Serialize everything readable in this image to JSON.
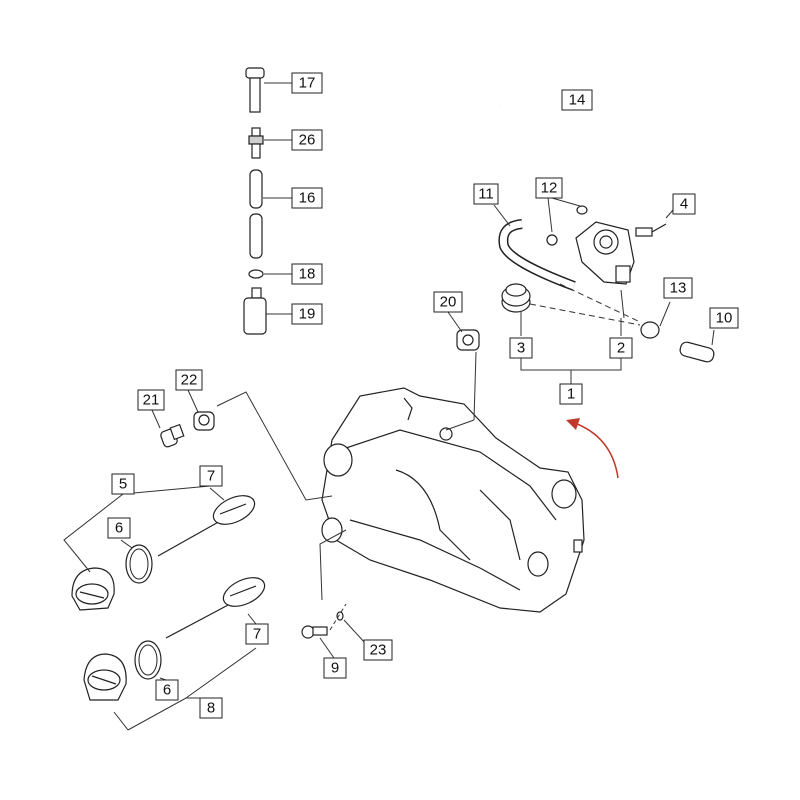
{
  "callouts": {
    "c1": "1",
    "c2": "2",
    "c3": "3",
    "c4": "4",
    "c5": "5",
    "c6a": "6",
    "c6b": "6",
    "c7a": "7",
    "c7b": "7",
    "c8": "8",
    "c9": "9",
    "c10": "10",
    "c11": "11",
    "c12": "12",
    "c13": "13",
    "c14": "14",
    "c16": "16",
    "c17": "17",
    "c18": "18",
    "c19": "19",
    "c20": "20",
    "c21": "21",
    "c22": "22",
    "c23": "23",
    "c26": "26"
  },
  "colors": {
    "arrow": "#c0392b",
    "line": "#222222"
  }
}
